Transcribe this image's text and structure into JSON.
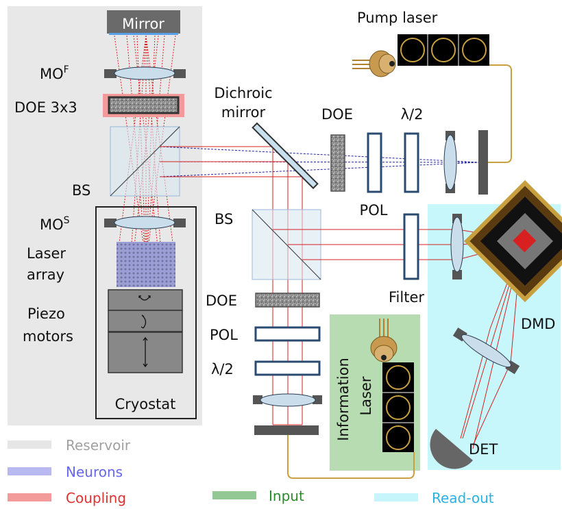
{
  "labels": {
    "mirror": "Mirror",
    "mo_f": "MO",
    "mo_f_sup": "F",
    "doe_3x3": "DOE 3x3",
    "dichroic_line1": "Dichroic",
    "dichroic_line2": "mirror",
    "bs_left": "BS",
    "mo_s": "MO",
    "mo_s_sup": "S",
    "laser_array_line1": "Laser",
    "laser_array_line2": "array",
    "piezo_line1": "Piezo",
    "piezo_line2": "motors",
    "cryostat": "Cryostat",
    "pump_laser": "Pump laser",
    "doe_top": "DOE",
    "half_wave_top": "λ/2",
    "pol_top": "POL",
    "bs_center": "BS",
    "filter": "Filter",
    "dmd": "DMD",
    "doe_mid": "DOE",
    "pol_mid": "POL",
    "half_wave_mid": "λ/2",
    "information_laser_line1": "Information",
    "information_laser_line2": "Laser",
    "det": "DET"
  },
  "legend": [
    {
      "label": "Reservoir",
      "color": "#a0a0a0",
      "swatch": "#e6e6e6"
    },
    {
      "label": "Neurons",
      "color": "#6666ee",
      "swatch": "#b9b9f2"
    },
    {
      "label": "Coupling",
      "color": "#e03030",
      "swatch": "#f39a9a"
    },
    {
      "label": "Input",
      "color": "#2a8a2a",
      "swatch": "#93c793"
    },
    {
      "label": "Read-out",
      "color": "#2bb0e8",
      "swatch": "#c6f6fb"
    }
  ],
  "colors": {
    "reservoir_bg": "#e8e8e8",
    "input_bg": "#b7dcb1",
    "readout_bg": "#c8f7fb",
    "beam_red": "#d42020",
    "beam_blue": "#2020a0",
    "fiber": "#c8a040"
  }
}
